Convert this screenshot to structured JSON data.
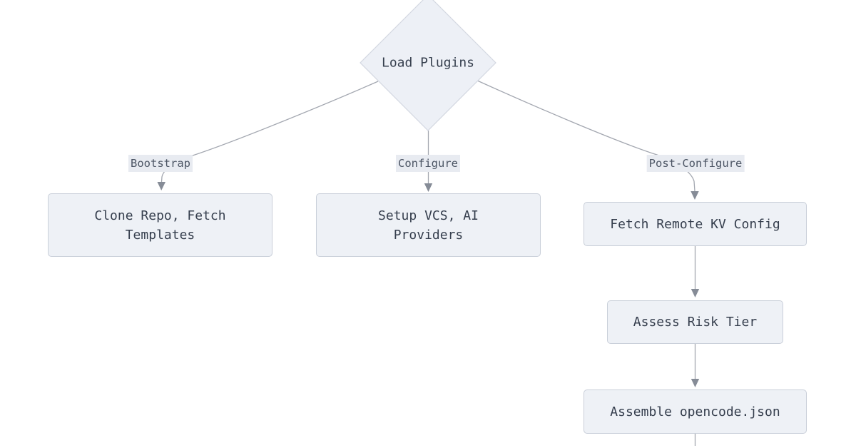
{
  "theme": {
    "background": "#ffffff",
    "node_fill": "#eef1f6",
    "node_border": "#c9cfd9",
    "diamond_fill": "#edf0f6",
    "diamond_border": "#d3d7e1",
    "node_text": "#353e4d",
    "edge_line": "#a3a7b0",
    "arrow_fill": "#868c97",
    "label_bg": "#e8ebf1",
    "label_text": "#4c5564"
  },
  "diagram": {
    "type": "flowchart",
    "direction": "top-down",
    "nodes": {
      "load_plugins": {
        "label": "Load Plugins",
        "shape": "diamond"
      },
      "clone_repo": {
        "label": "Clone Repo, Fetch\nTemplates",
        "shape": "rect"
      },
      "setup_vcs": {
        "label": "Setup VCS, AI\nProviders",
        "shape": "rect"
      },
      "fetch_kv": {
        "label": "Fetch Remote KV Config",
        "shape": "rect"
      },
      "assess_risk": {
        "label": "Assess Risk Tier",
        "shape": "rect"
      },
      "assemble": {
        "label": "Assemble opencode.json",
        "shape": "rect"
      }
    },
    "edges": [
      {
        "from": "load_plugins",
        "to": "clone_repo",
        "label": "Bootstrap"
      },
      {
        "from": "load_plugins",
        "to": "setup_vcs",
        "label": "Configure"
      },
      {
        "from": "load_plugins",
        "to": "fetch_kv",
        "label": "Post-Configure"
      },
      {
        "from": "fetch_kv",
        "to": "assess_risk",
        "label": ""
      },
      {
        "from": "assess_risk",
        "to": "assemble",
        "label": ""
      },
      {
        "from": "assemble",
        "to": "offscreen-below",
        "label": ""
      }
    ]
  }
}
